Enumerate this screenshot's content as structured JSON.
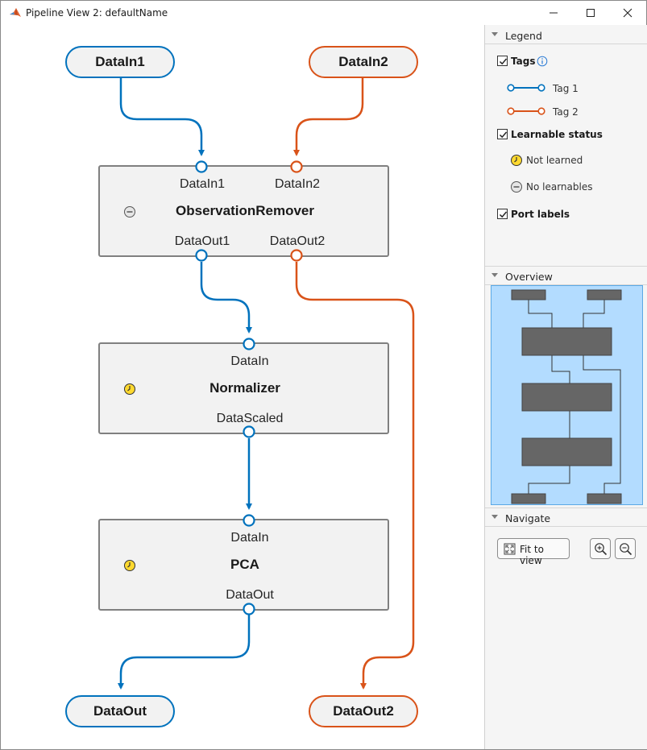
{
  "window": {
    "title": "Pipeline View 2: defaultName"
  },
  "colors": {
    "tag1": "#0072bd",
    "tag2": "#d95319",
    "block_border": "#808080",
    "block_fill": "#f2f2f2",
    "overview_bg": "#b3dcff"
  },
  "inputs": [
    {
      "label": "DataIn1",
      "tag": "Tag 1"
    },
    {
      "label": "DataIn2",
      "tag": "Tag 2"
    }
  ],
  "outputs": [
    {
      "label": "DataOut",
      "tag": "Tag 1"
    },
    {
      "label": "DataOut2",
      "tag": "Tag 2"
    }
  ],
  "blocks": [
    {
      "name": "ObservationRemover",
      "status": "No learnables",
      "status_icon": "no-learnables-icon",
      "in_ports": [
        "DataIn1",
        "DataIn2"
      ],
      "out_ports": [
        "DataOut1",
        "DataOut2"
      ]
    },
    {
      "name": "Normalizer",
      "status": "Not learned",
      "status_icon": "not-learned-clock-icon",
      "in_ports": [
        "DataIn"
      ],
      "out_ports": [
        "DataScaled"
      ]
    },
    {
      "name": "PCA",
      "status": "Not learned",
      "status_icon": "not-learned-clock-icon",
      "in_ports": [
        "DataIn"
      ],
      "out_ports": [
        "DataOut"
      ]
    }
  ],
  "legend": {
    "header": "Legend",
    "tags": {
      "label": "Tags",
      "checked": true,
      "info_icon": "info-icon",
      "items": [
        "Tag 1",
        "Tag 2"
      ]
    },
    "learnable_status": {
      "label": "Learnable status",
      "checked": true,
      "items": [
        "Not learned",
        "No learnables"
      ]
    },
    "port_labels": {
      "label": "Port labels",
      "checked": true
    }
  },
  "overview": {
    "header": "Overview"
  },
  "navigate": {
    "header": "Navigate",
    "fit_label": "Fit to view",
    "zoom_in_icon": "zoom-in-icon",
    "zoom_out_icon": "zoom-out-icon"
  }
}
